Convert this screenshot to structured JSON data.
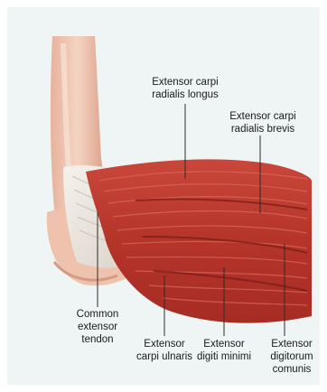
{
  "figure": {
    "colors": {
      "background": "#eef5f4",
      "muscle": "#b8362c",
      "muscle_light": "#d76a58",
      "tendon": "#e9e3dc",
      "skin_bone": "#efc9b4",
      "leader_line": "#2b2b2b"
    },
    "labels": {
      "ecrl_line1": "Extensor carpi",
      "ecrl_line2": "radialis longus",
      "ecrb_line1": "Extensor carpi",
      "ecrb_line2": "radialis brevis",
      "common_line1": "Common",
      "common_line2": "extensor",
      "common_line3": "tendon",
      "ecu_line1": "Extensor",
      "ecu_line2": "carpi ulnaris",
      "edm_line1": "Extensor",
      "edm_line2": "digiti minimi",
      "edc_line1": "Extensor",
      "edc_line2": "digitorum",
      "edc_line3": "comunis"
    }
  }
}
